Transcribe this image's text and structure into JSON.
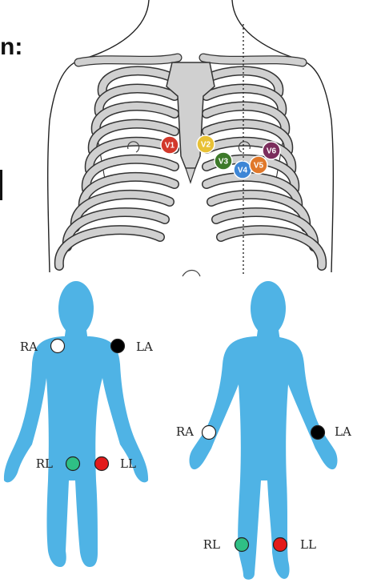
{
  "header": {
    "cut_text": "n:"
  },
  "chest": {
    "electrodes": [
      {
        "label": "V1",
        "color": "#d2382b"
      },
      {
        "label": "V2",
        "color": "#e8c135"
      },
      {
        "label": "V3",
        "color": "#3d7a2a"
      },
      {
        "label": "V4",
        "color": "#3d86d6"
      },
      {
        "label": "V5",
        "color": "#e0782a"
      },
      {
        "label": "V6",
        "color": "#7b2d5c"
      }
    ]
  },
  "front_figure": {
    "body_color": "#4fb3e5",
    "labels": {
      "ra": "RA",
      "la": "LA",
      "rl": "RL",
      "ll": "LL"
    },
    "colors": {
      "ra": "#ffffff",
      "la": "#000000",
      "rl": "#2fbf85",
      "ll": "#e31b1b"
    }
  },
  "wrist_figure": {
    "body_color": "#4fb3e5",
    "labels": {
      "ra": "RA",
      "la": "LA",
      "rl": "RL",
      "ll": "LL"
    },
    "colors": {
      "ra": "#ffffff",
      "la": "#000000",
      "rl": "#2fbf85",
      "ll": "#e31b1b"
    }
  }
}
